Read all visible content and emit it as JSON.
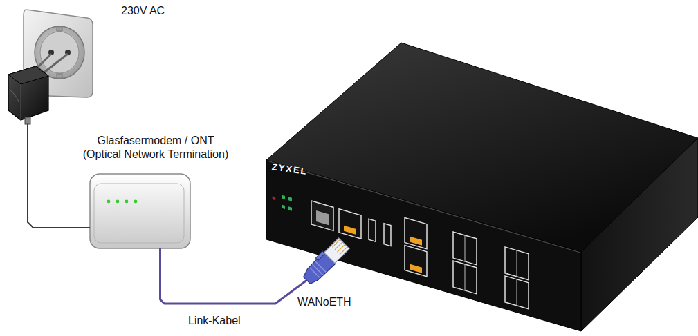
{
  "diagram": {
    "nodes": [
      {
        "text": [
          "230V AC"
        ]
      },
      {
        "text": [
          "Glasfasermodem / ONT (Optical Network Termination)"
        ]
      },
      {
        "text": [
          "ZYXEL"
        ]
      }
    ],
    "edges": [
      {
        "from": 0,
        "to": 1,
        "arrow": "none"
      },
      {
        "from": 1,
        "to": 2,
        "label": "Link-Kabel",
        "arrow": "none"
      }
    ],
    "labels": [
      "WANoETH"
    ]
  }
}
